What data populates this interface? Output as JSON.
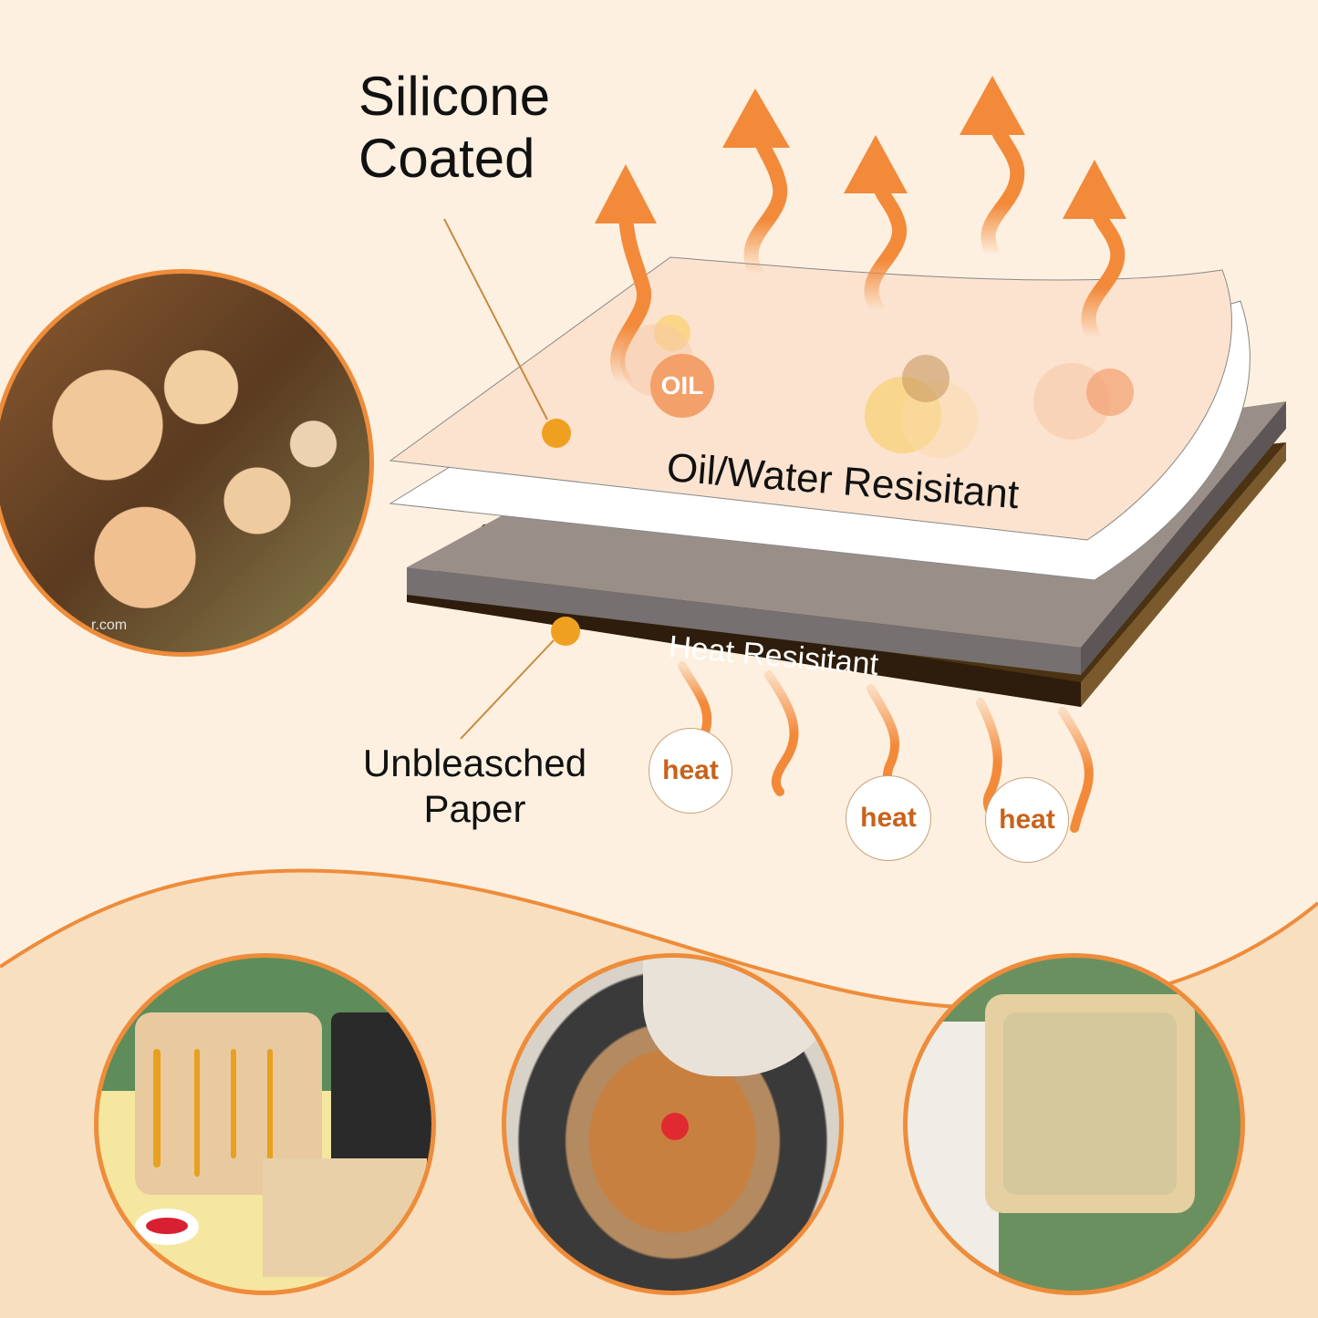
{
  "labels": {
    "silicone_line1": "Silicone",
    "silicone_line2": "Coated",
    "oil_water": "Oil/Water Resisitant",
    "heat_resistant": "Heat Resisitant",
    "unbleached_line1": "Unbleasched",
    "unbleached_line2": "Paper"
  },
  "badges": {
    "oil": "OIL",
    "heat": [
      "heat",
      "heat",
      "heat"
    ]
  },
  "photos": {
    "logs": {
      "description": "stacked cut wooden logs",
      "watermark": "r.com"
    },
    "bottom": [
      {
        "description": "square paper liner with oil drips beside air fryer basket"
      },
      {
        "description": "round paper liner with roasted chicken in air fryer"
      },
      {
        "description": "square paper liner with water droplets held up"
      }
    ]
  },
  "colors": {
    "background_top": "#fdf0e0",
    "background_bottom": "#f8dfc0",
    "accent_orange": "#f28a3a",
    "circle_border": "#ee8c3a",
    "leader_dot": "#f0a020",
    "silicone_layer": "#fbe3cf",
    "grey_layer": "#9a8f88",
    "brown_layer": "#2e1d0c",
    "heat_text": "#c8621a"
  }
}
